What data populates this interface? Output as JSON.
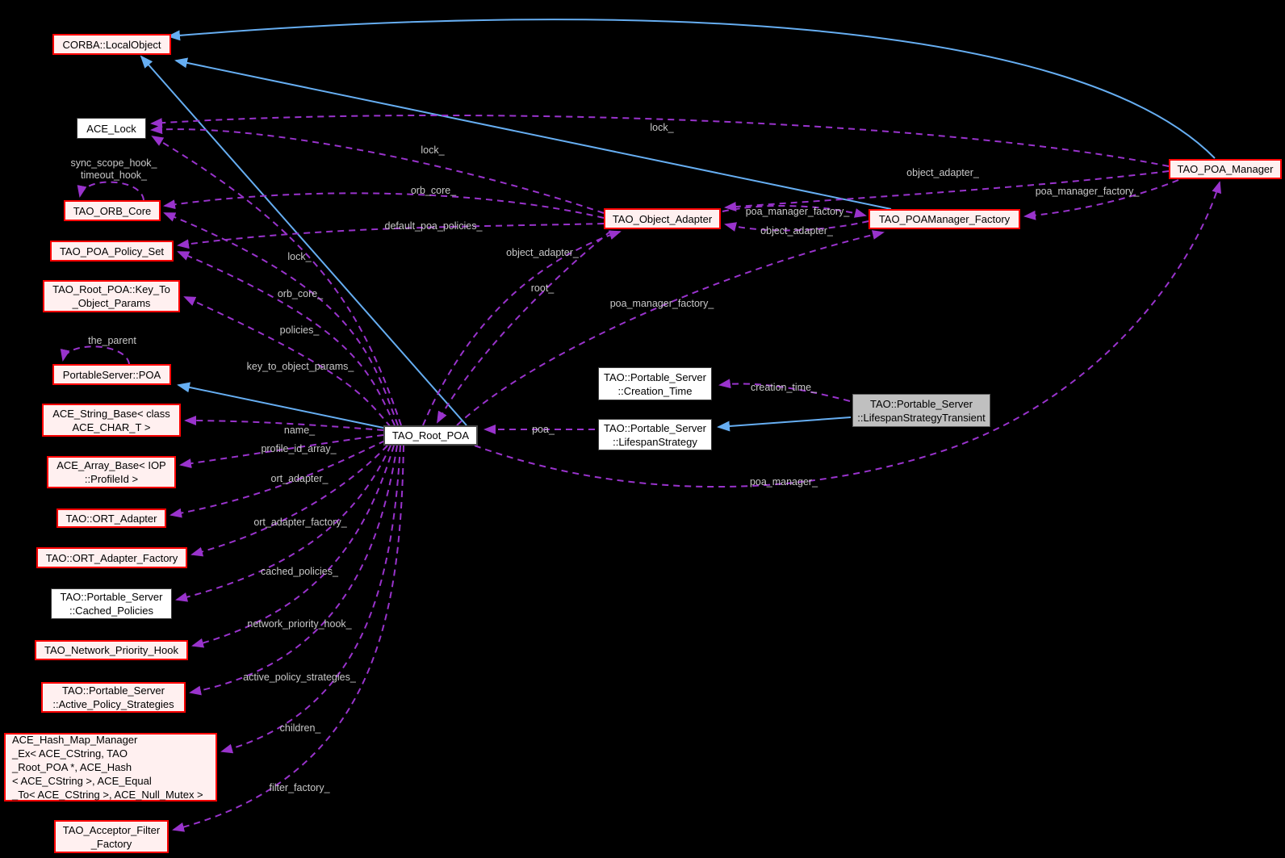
{
  "diagram": {
    "title": "TAO_Root_POA collaboration diagram",
    "colors": {
      "background": "#000000",
      "collaboration_edge": "#9933cc",
      "inheritance_edge": "#66aef2",
      "node_border_highlight": "#ff0000",
      "node_fill_highlight": "#fff0f0",
      "node_fill_plain": "#ffffff",
      "node_fill_gray": "#c0c0c0",
      "edge_label_color": "#c8c8c8"
    }
  },
  "nodes": {
    "corba_localobject": {
      "label": "CORBA::LocalObject"
    },
    "ace_lock": {
      "label": "ACE_Lock"
    },
    "tao_orb_core": {
      "label": "TAO_ORB_Core"
    },
    "tao_poa_policy_set": {
      "label": "TAO_POA_Policy_Set"
    },
    "key_to_object_params": {
      "label": "TAO_Root_POA::Key_To\n_Object_Params"
    },
    "portableserver_poa": {
      "label": "PortableServer::POA"
    },
    "ace_string_base": {
      "label": "ACE_String_Base< class\nACE_CHAR_T >"
    },
    "ace_array_base": {
      "label": "ACE_Array_Base< IOP\n::ProfileId >"
    },
    "tao_ort_adapter": {
      "label": "TAO::ORT_Adapter"
    },
    "tao_ort_adapter_factory": {
      "label": "TAO::ORT_Adapter_Factory"
    },
    "cached_policies": {
      "label": "TAO::Portable_Server\n::Cached_Policies"
    },
    "tao_network_priority_hook": {
      "label": "TAO_Network_Priority_Hook"
    },
    "active_policy_strategies": {
      "label": "TAO::Portable_Server\n::Active_Policy_Strategies"
    },
    "ace_hash_map_manager": {
      "label": "ACE_Hash_Map_Manager\n_Ex< ACE_CString, TAO\n_Root_POA *, ACE_Hash\n< ACE_CString >, ACE_Equal\n_To< ACE_CString >, ACE_Null_Mutex >"
    },
    "tao_acceptor_filter_factory": {
      "label": "TAO_Acceptor_Filter\n_Factory"
    },
    "tao_root_poa": {
      "label": "TAO_Root_POA"
    },
    "tao_object_adapter": {
      "label": "TAO_Object_Adapter"
    },
    "tao_poamanager_factory": {
      "label": "TAO_POAManager_Factory"
    },
    "tao_poa_manager": {
      "label": "TAO_POA_Manager"
    },
    "creation_time": {
      "label": "TAO::Portable_Server\n::Creation_Time"
    },
    "lifespan_strategy": {
      "label": "TAO::Portable_Server\n::LifespanStrategy"
    },
    "lifespan_strategy_transient": {
      "label": "TAO::Portable_Server\n::LifespanStrategyTransient"
    }
  },
  "edge_labels": {
    "lock_top": "lock_",
    "lock_mid": "lock_",
    "lock_low": "lock_",
    "orb_core_a": "orb_core_",
    "orb_core_b": "orb_core_",
    "default_poa_policies": "default_poa_policies_",
    "policies": "policies_",
    "key_to_object_params": "key_to_object_params_",
    "name": "name_",
    "profile_id_array": "profile_id_array_",
    "ort_adapter": "ort_adapter_",
    "ort_adapter_factory": "ort_adapter_factory_",
    "cached_policies": "cached_policies_",
    "network_priority_hook": "network_priority_hook_",
    "active_policy_strategies": "active_policy_strategies_",
    "children": "children_",
    "filter_factory": "filter_factory_",
    "object_adapter_a": "object_adapter_",
    "object_adapter_b": "object_adapter_",
    "object_adapter_c": "object_adapter_",
    "root": "root_",
    "poa_manager_factory_a": "poa_manager_factory_",
    "poa_manager_factory_b": "poa_manager_factory_",
    "poa_manager_factory_c": "poa_manager_factory_",
    "poa_manager": "poa_manager_",
    "poa": "poa_",
    "creation_time": "creation_time_",
    "sync_scope_hook": "sync_scope_hook_",
    "timeout_hook": "timeout_hook_",
    "the_parent": "the_parent"
  }
}
